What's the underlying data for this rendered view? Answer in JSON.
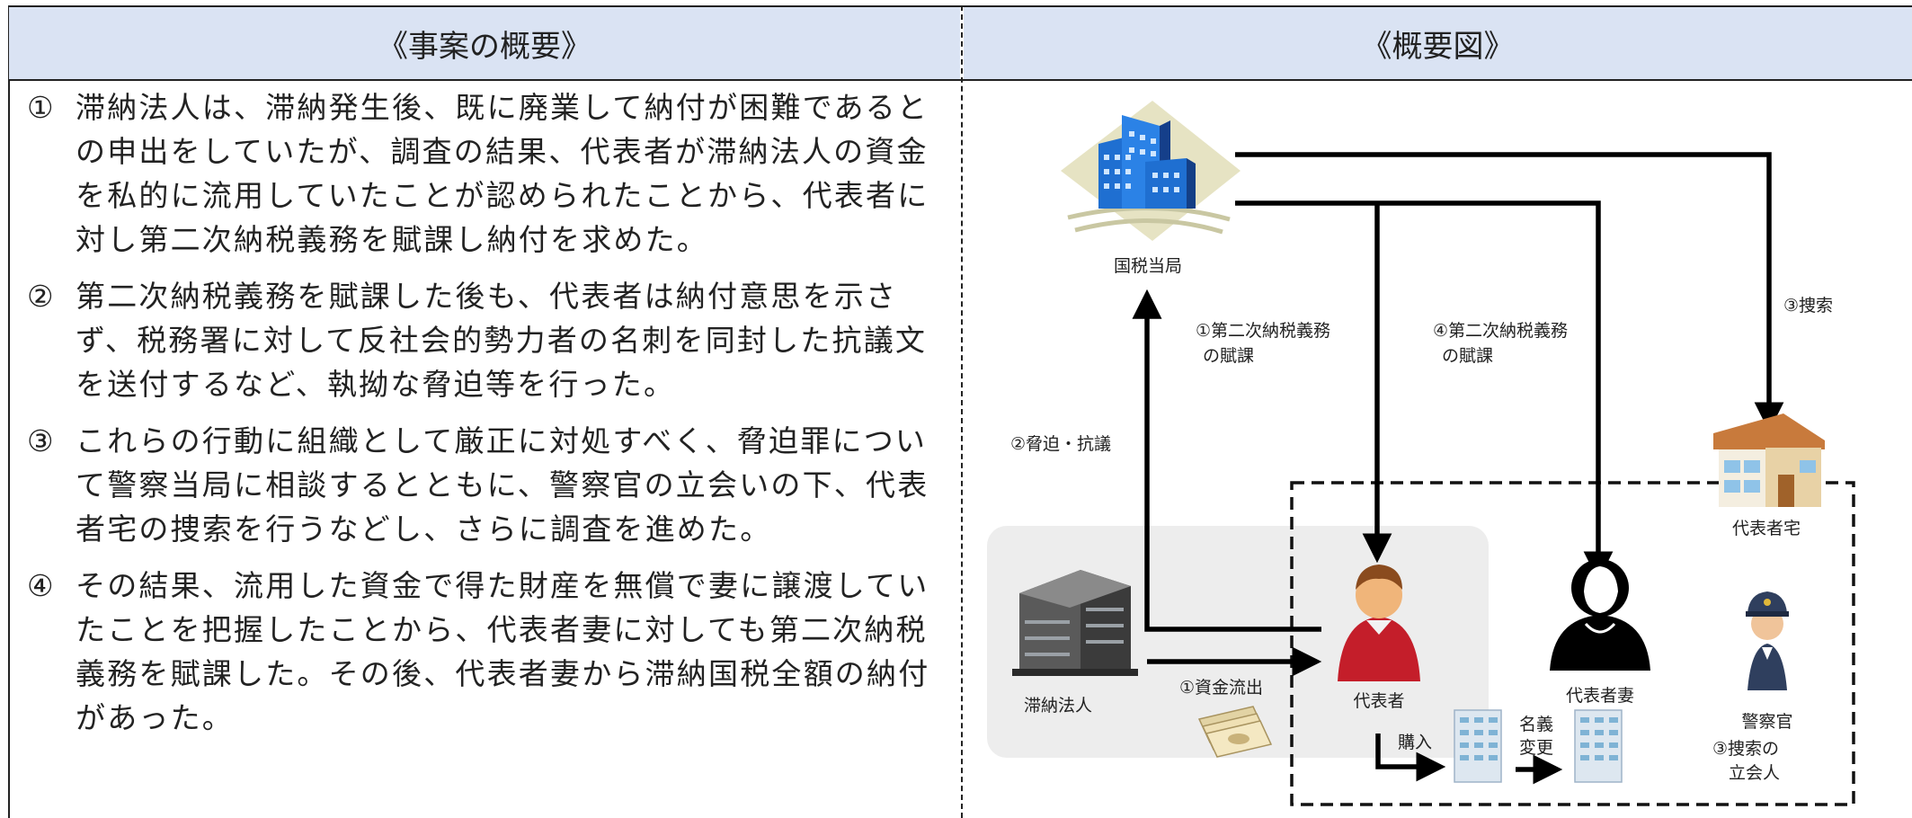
{
  "headers": {
    "left": "《事案の概要》",
    "right": "《概要図》"
  },
  "items": [
    {
      "num": "①",
      "text": "滞納法人は、滞納発生後、既に廃業して納付が困難であるとの申出をしていたが、調査の結果、代表者が滞納法人の資金を私的に流用していたことが認められたことから、代表者に対し第二次納税義務を賦課し納付を求めた。"
    },
    {
      "num": "②",
      "text": "第二次納税義務を賦課した後も、代表者は納付意思を示さず、税務署に対して反社会的勢力者の名刺を同封した抗議文を送付するなど、執拗な脅迫等を行った。"
    },
    {
      "num": "③",
      "text": "これらの行動に組織として厳正に対処すべく、脅迫罪について警察当局に相談するとともに、警察官の立会いの下、代表者宅の捜索を行うなどし、さらに調査を進めた。"
    },
    {
      "num": "④",
      "text": "その結果、流用した資金で得た財産を無償で妻に譲渡していたことを把握したことから、代表者妻に対しても第二次納税義務を賦課した。その後、代表者妻から滞納国税全額の納付があった。"
    }
  ],
  "diagram": {
    "nta": "国税当局",
    "house": "代表者宅",
    "corp": "滞納法人",
    "rep": "代表者",
    "wife": "代表者妻",
    "police": "警察官",
    "a1_line1": "①第二次納税義務",
    "a1_line2": "の賦課",
    "a4_line1": "④第二次納税義務",
    "a4_line2": "の賦課",
    "a3": "③捜索",
    "a2": "②脅迫・抗議",
    "funds": "①資金流出",
    "buy": "購入",
    "rename_line1": "名義",
    "rename_line2": "変更",
    "police_note_line1": "③捜索の",
    "police_note_line2": "立会人"
  }
}
